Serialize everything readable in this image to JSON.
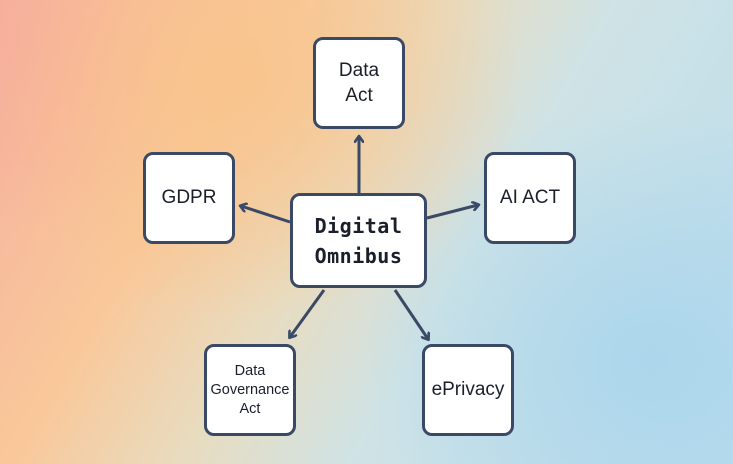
{
  "diagram": {
    "center": {
      "line1": "Digital",
      "line2": "Omnibus"
    },
    "nodes": {
      "data_act": {
        "line1": "Data",
        "line2": "Act"
      },
      "gdpr": {
        "label": "GDPR"
      },
      "ai_act": {
        "label": "AI ACT"
      },
      "data_governance_act": {
        "line1": "Data",
        "line2": "Governance",
        "line3": "Act"
      },
      "eprivacy": {
        "label": "ePrivacy"
      }
    },
    "colors": {
      "stroke": "#3a4966",
      "node_fill": "#ffffff",
      "text": "#1b1f2a"
    }
  }
}
